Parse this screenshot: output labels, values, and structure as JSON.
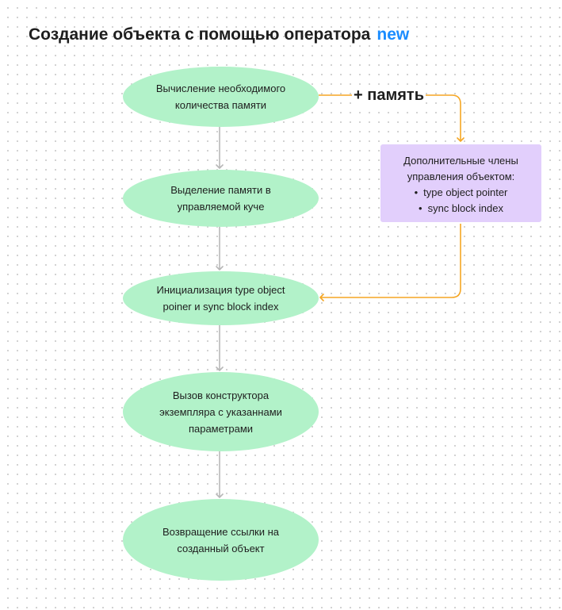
{
  "title": {
    "text": "Создание объекта с помощью оператора",
    "keyword": "new",
    "keyword_color": "#1a8cff"
  },
  "colors": {
    "process_fill": "#b2f2c9",
    "note_fill": "#e2cffc",
    "flow_arrow": "#b7b7b7",
    "memory_arrow": "#f5a623"
  },
  "steps": [
    {
      "id": "calc",
      "text": "Вычисление необходимого количества памяти"
    },
    {
      "id": "alloc",
      "text": "Выделение памяти в управляемой куче"
    },
    {
      "id": "init",
      "text": "Инициализация type object poiner и sync block index"
    },
    {
      "id": "ctor",
      "text": "Вызов конструктора экземпляра с указаннами параметрами"
    },
    {
      "id": "return",
      "text": "Возвращение ссылки на созданный объект"
    }
  ],
  "memory_branch": {
    "label": "+ память",
    "note_heading": "Дополнительные члены управления объектом:",
    "note_items": [
      "type object pointer",
      "sync block index"
    ]
  }
}
